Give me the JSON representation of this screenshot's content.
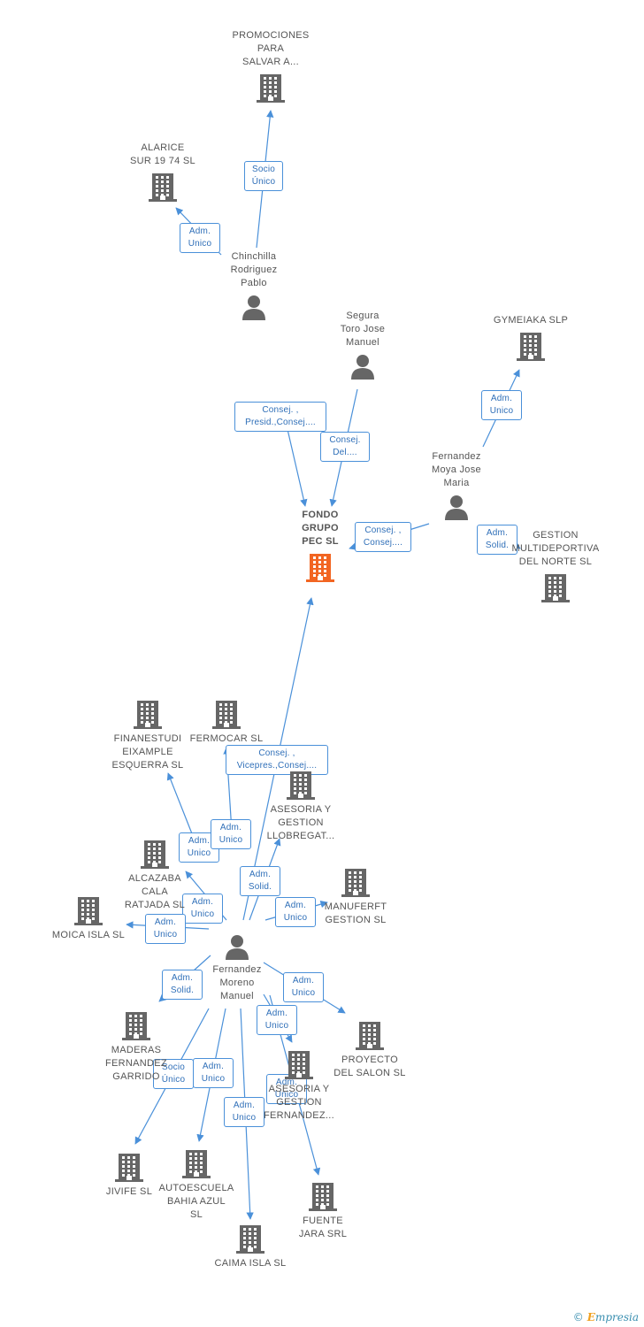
{
  "colors": {
    "edge": "#4a90d9",
    "node_icon": "#666666",
    "main_icon": "#f26522",
    "label_border": "#4a90d9"
  },
  "nodes": [
    {
      "id": "fondo",
      "kind": "company-main",
      "label": "FONDO\nGRUPO\nPEC SL"
    },
    {
      "id": "promociones",
      "kind": "company",
      "label": "PROMOCIONES\nPARA\nSALVAR A..."
    },
    {
      "id": "alarice",
      "kind": "company",
      "label": "ALARICE\nSUR 19 74 SL"
    },
    {
      "id": "chinchilla",
      "kind": "person",
      "label": "Chinchilla\nRodriguez\nPablo"
    },
    {
      "id": "segura",
      "kind": "person",
      "label": "Segura\nToro Jose\nManuel"
    },
    {
      "id": "gymeiaka",
      "kind": "company",
      "label": "GYMEIAKA  SLP"
    },
    {
      "id": "fmoya",
      "kind": "person",
      "label": "Fernandez\nMoya Jose\nMaria"
    },
    {
      "id": "gestion_multi",
      "kind": "company",
      "label": "GESTION\nMULTIDEPORTIVA\nDEL NORTE  SL"
    },
    {
      "id": "finanestudi",
      "kind": "company",
      "label": "FINANESTUDI\nEIXAMPLE\nESQUERRA  SL"
    },
    {
      "id": "fermocar",
      "kind": "company",
      "label": "FERMOCAR SL"
    },
    {
      "id": "asesoria_llob",
      "kind": "company",
      "label": "ASESORIA Y\nGESTION\nLLOBREGAT..."
    },
    {
      "id": "alcazaba",
      "kind": "company",
      "label": "ALCAZABA\nCALA\nRATJADA  SL"
    },
    {
      "id": "manuferft",
      "kind": "company",
      "label": "MANUFERFT\nGESTION SL"
    },
    {
      "id": "moica",
      "kind": "company",
      "label": "MOICA ISLA SL"
    },
    {
      "id": "fmoreno",
      "kind": "person",
      "label": "Fernandez\nMoreno\nManuel"
    },
    {
      "id": "maderas",
      "kind": "company",
      "label": "MADERAS\nFERNANDEZ\nGARRIDO"
    },
    {
      "id": "proyecto",
      "kind": "company",
      "label": "PROYECTO\nDEL SALON SL"
    },
    {
      "id": "asesoria_fern",
      "kind": "company",
      "label": "ASESORIA Y\nGESTION\nFERNANDEZ..."
    },
    {
      "id": "jivife",
      "kind": "company",
      "label": "JIVIFE SL"
    },
    {
      "id": "autoescuela",
      "kind": "company",
      "label": "AUTOESCUELA\nBAHIA AZUL\nSL"
    },
    {
      "id": "fuente",
      "kind": "company",
      "label": "FUENTE\nJARA SRL"
    },
    {
      "id": "caima",
      "kind": "company",
      "label": "CAIMA ISLA SL"
    }
  ],
  "edges": [
    {
      "from": "chinchilla",
      "to": "promociones",
      "label": "Socio\nÚnico"
    },
    {
      "from": "chinchilla",
      "to": "alarice",
      "label": "Adm.\nUnico"
    },
    {
      "from": "chinchilla",
      "to": "fondo",
      "label": "Consej. ,\nPresid.,Consej...."
    },
    {
      "from": "segura",
      "to": "fondo",
      "label": "Consej.\nDel...."
    },
    {
      "from": "fmoya",
      "to": "gymeiaka",
      "label": "Adm.\nUnico"
    },
    {
      "from": "fmoya",
      "to": "fondo",
      "label": "Consej. ,\nConsej...."
    },
    {
      "from": "fmoya",
      "to": "gestion_multi",
      "label": "Adm.\nSolid."
    },
    {
      "from": "fmoreno",
      "to": "fondo",
      "label": "Consej. ,\nVicepres.,Consej...."
    },
    {
      "from": "fmoreno",
      "to": "finanestudi",
      "label": "Adm.\nUnico"
    },
    {
      "from": "fmoreno",
      "to": "fermocar",
      "label": "Adm.\nUnico"
    },
    {
      "from": "fmoreno",
      "to": "asesoria_llob",
      "label": "Adm.\nSolid."
    },
    {
      "from": "fmoreno",
      "to": "alcazaba",
      "label": "Adm.\nUnico"
    },
    {
      "from": "fmoreno",
      "to": "manuferft",
      "label": "Adm.\nUnico"
    },
    {
      "from": "fmoreno",
      "to": "moica",
      "label": "Adm.\nUnico"
    },
    {
      "from": "fmoreno",
      "to": "maderas",
      "label": "Adm.\nSolid."
    },
    {
      "from": "fmoreno",
      "to": "proyecto",
      "label": "Adm.\nUnico"
    },
    {
      "from": "fmoreno",
      "to": "asesoria_fern",
      "label": "Adm.\nUnico"
    },
    {
      "from": "fmoreno",
      "to": "jivife",
      "label": "Socio\nÚnico"
    },
    {
      "from": "fmoreno",
      "to": "autoescuela",
      "label": "Adm.\nUnico"
    },
    {
      "from": "fmoreno",
      "to": "fuente",
      "label": "Adm.\nUnico"
    },
    {
      "from": "fmoreno",
      "to": "caima",
      "label": "Adm.\nUnico"
    }
  ],
  "footer": {
    "copyright": "©",
    "brand_e": "E",
    "brand_rest": "mpresia"
  }
}
